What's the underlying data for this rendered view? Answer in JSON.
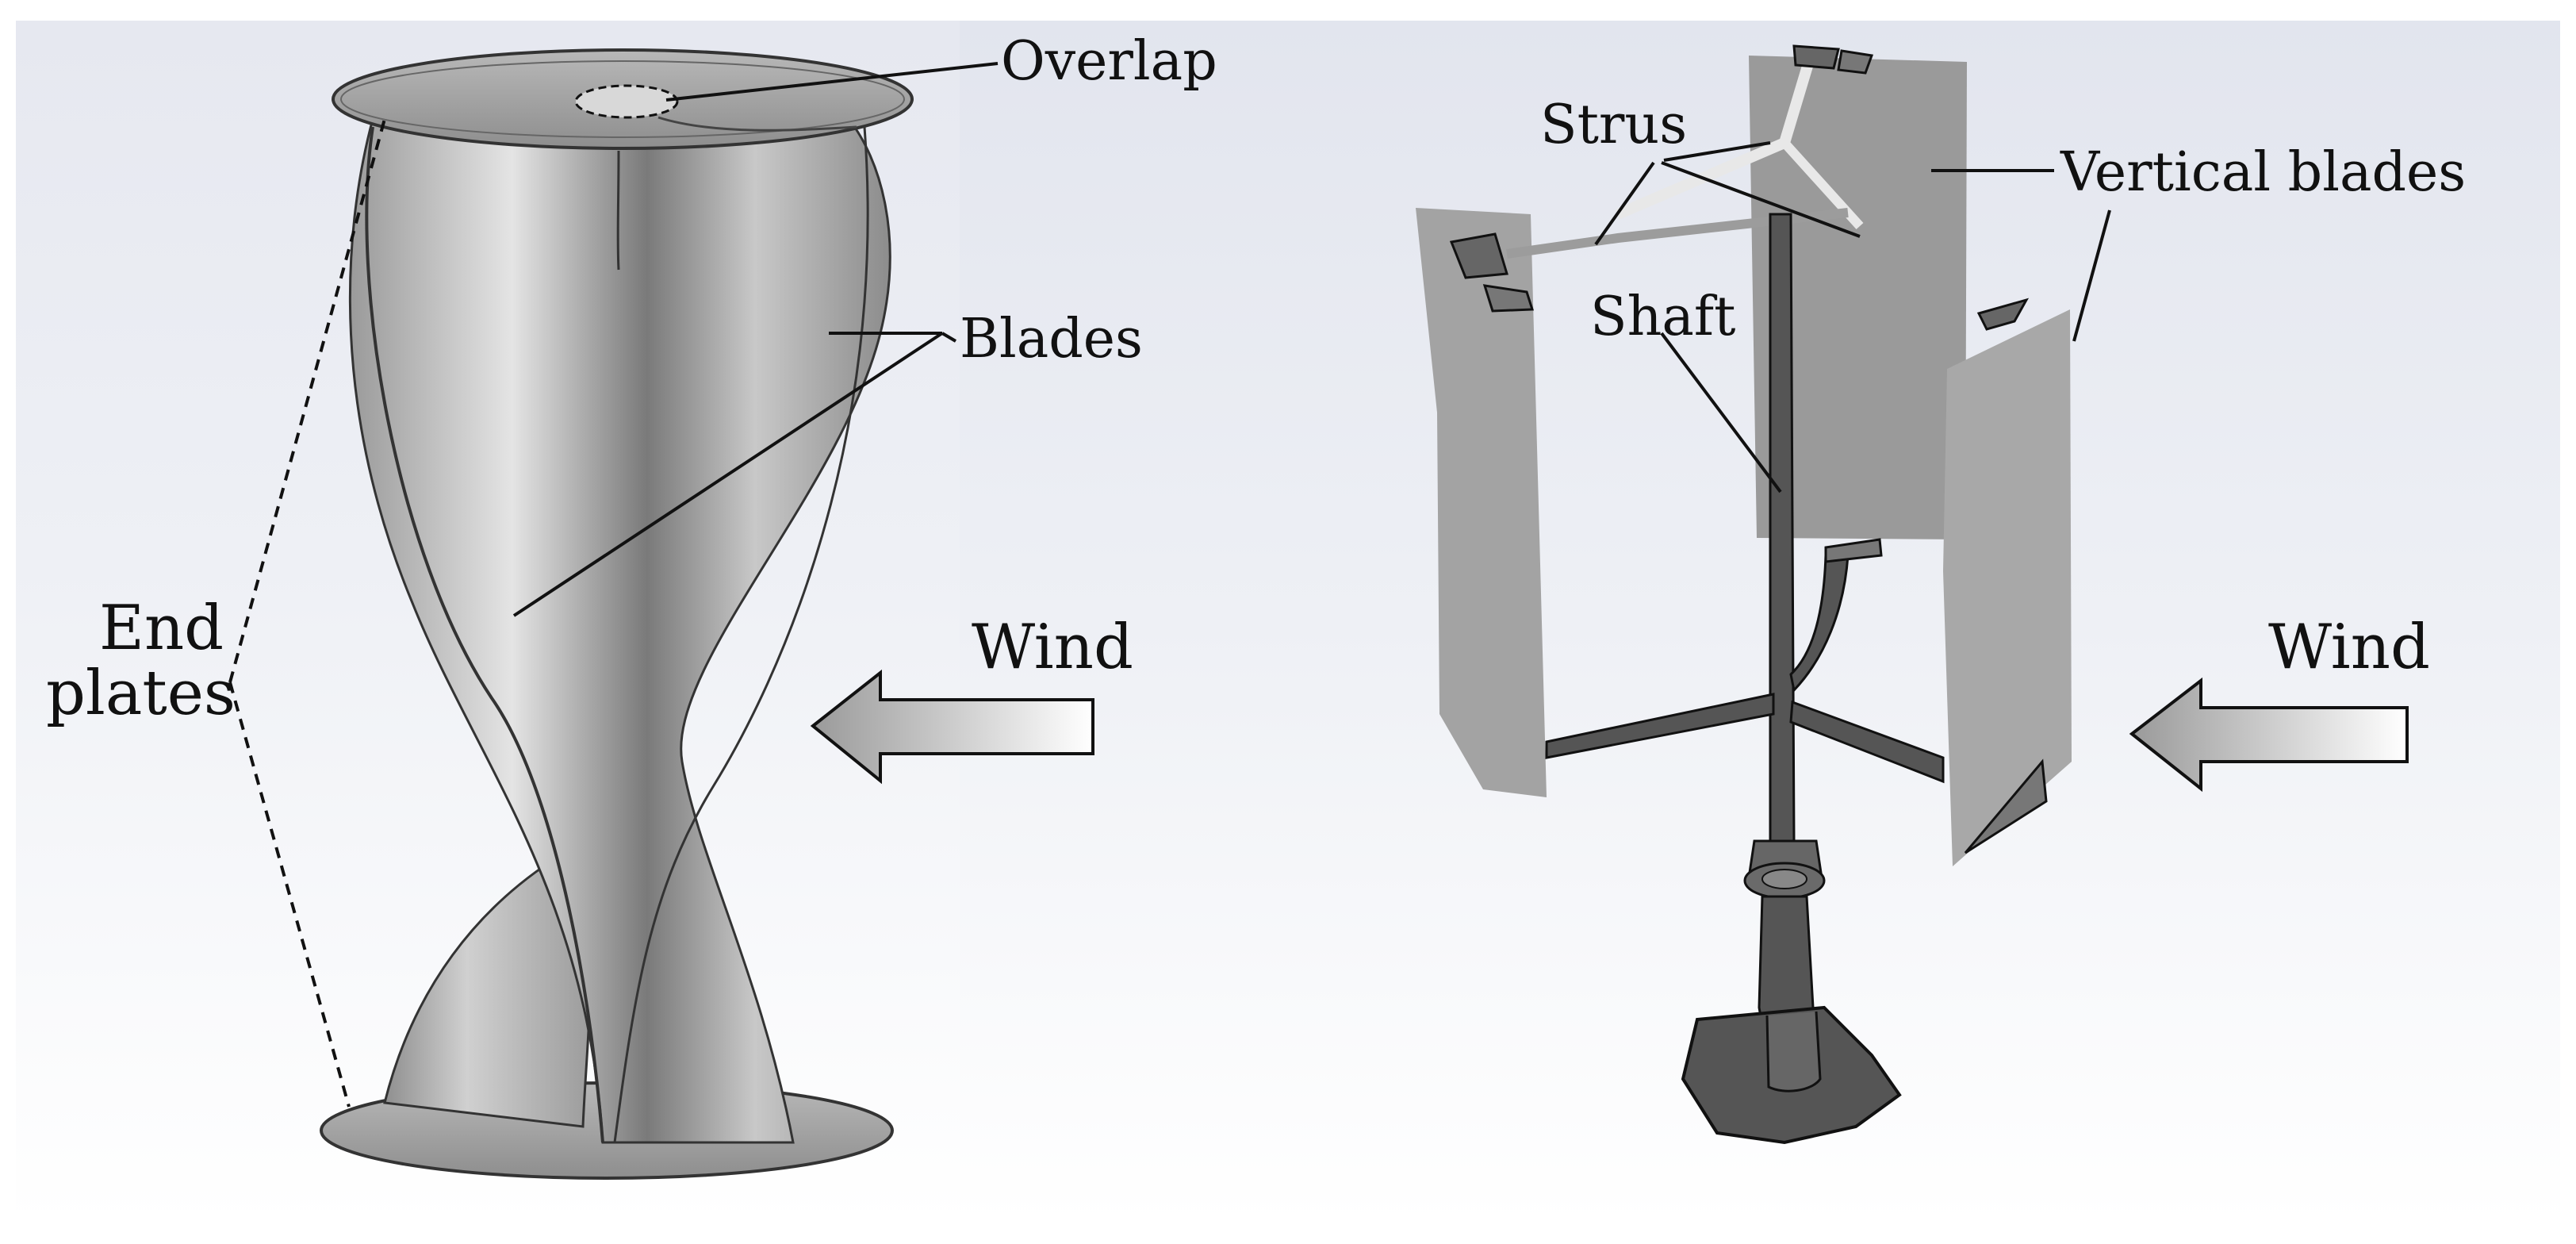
{
  "left_figure": {
    "overlap_label": "Overlap",
    "blades_label": "Blades",
    "end_plates_label_line1": "End",
    "end_plates_label_line2": "plates",
    "wind_label": "Wind"
  },
  "right_figure": {
    "struts_label": "Strus",
    "vertical_blades_label": "Vertical blades",
    "shaft_label": "Shaft",
    "wind_label": "Wind"
  }
}
